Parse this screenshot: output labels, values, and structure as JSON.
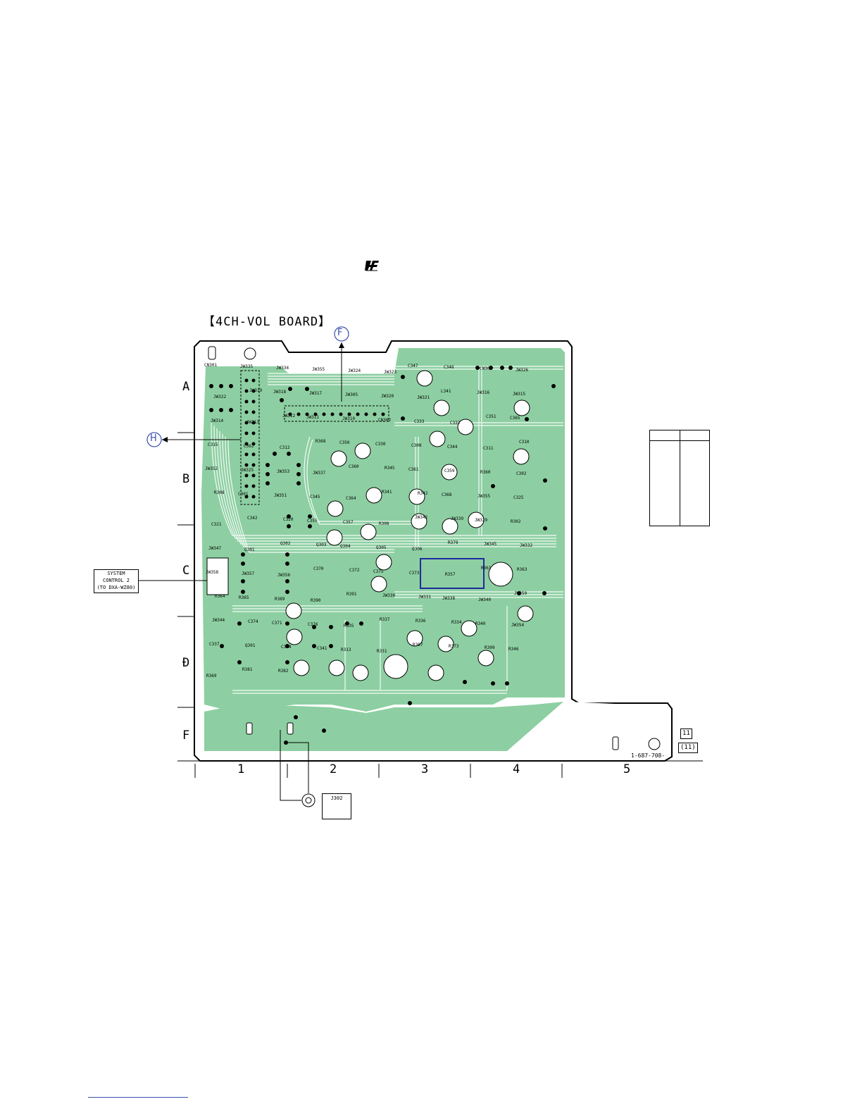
{
  "board": {
    "title": "【4CH-VOL BOARD】",
    "part_number": "1-687-708-"
  },
  "connectors": {
    "f_marker": "F",
    "h_marker": "H",
    "system_box": [
      "SYSTEM",
      "CONTROL 2",
      "(TO DXA-WZ80)"
    ],
    "j302": "J302"
  },
  "grid": {
    "rows": [
      "A",
      "B",
      "C",
      "Đ",
      "F"
    ],
    "cols": [
      "1",
      "2",
      "3",
      "4",
      "5"
    ]
  },
  "page_ref": {
    "top": "11",
    "bottom": "(11)"
  },
  "components": [
    "CN301",
    "JW335",
    "JW334",
    "JW355",
    "JW324",
    "JW323",
    "C347",
    "C348",
    "CN303",
    "JW326",
    "JW322",
    "JW319",
    "JW318",
    "JW317",
    "JW305",
    "JW320",
    "JW321",
    "L341",
    "JW316",
    "JW315",
    "JW314",
    "JW313",
    "JW312",
    "JW311",
    "JW310",
    "CN302",
    "C333",
    "C332",
    "C351",
    "C365",
    "C315",
    "C362",
    "C312",
    "R368",
    "C350",
    "C330",
    "C308",
    "C344",
    "C311",
    "C310",
    "JW352",
    "JW325",
    "JW353",
    "JW337",
    "C360",
    "R345",
    "C361",
    "C359",
    "R360",
    "C302",
    "R308",
    "C301",
    "JW351",
    "C345",
    "C364",
    "R341",
    "R342",
    "C368",
    "JW355",
    "C325",
    "C321",
    "C342",
    "C320",
    "C355",
    "C357",
    "R308",
    "JW342",
    "JW339",
    "JW329",
    "R302",
    "JW347",
    "Q301",
    "Q302",
    "Q303",
    "Q304",
    "Q305",
    "Q306",
    "R379",
    "JW345",
    "JW332",
    "JW358",
    "JW357",
    "JW356",
    "C370",
    "C372",
    "C375",
    "C373",
    "R357",
    "R361",
    "R363",
    "R364",
    "R365",
    "R389",
    "R390",
    "R391",
    "JW330",
    "JW331",
    "JW338",
    "JW340",
    "JW350",
    "JW344",
    "C374",
    "C371",
    "C376",
    "R335",
    "R337",
    "R336",
    "R334",
    "R340",
    "JW354",
    "C337",
    "Q301",
    "C324",
    "C341",
    "R313",
    "R331",
    "R307",
    "R373",
    "R309",
    "R346",
    "R369",
    "R381",
    "R382"
  ]
}
